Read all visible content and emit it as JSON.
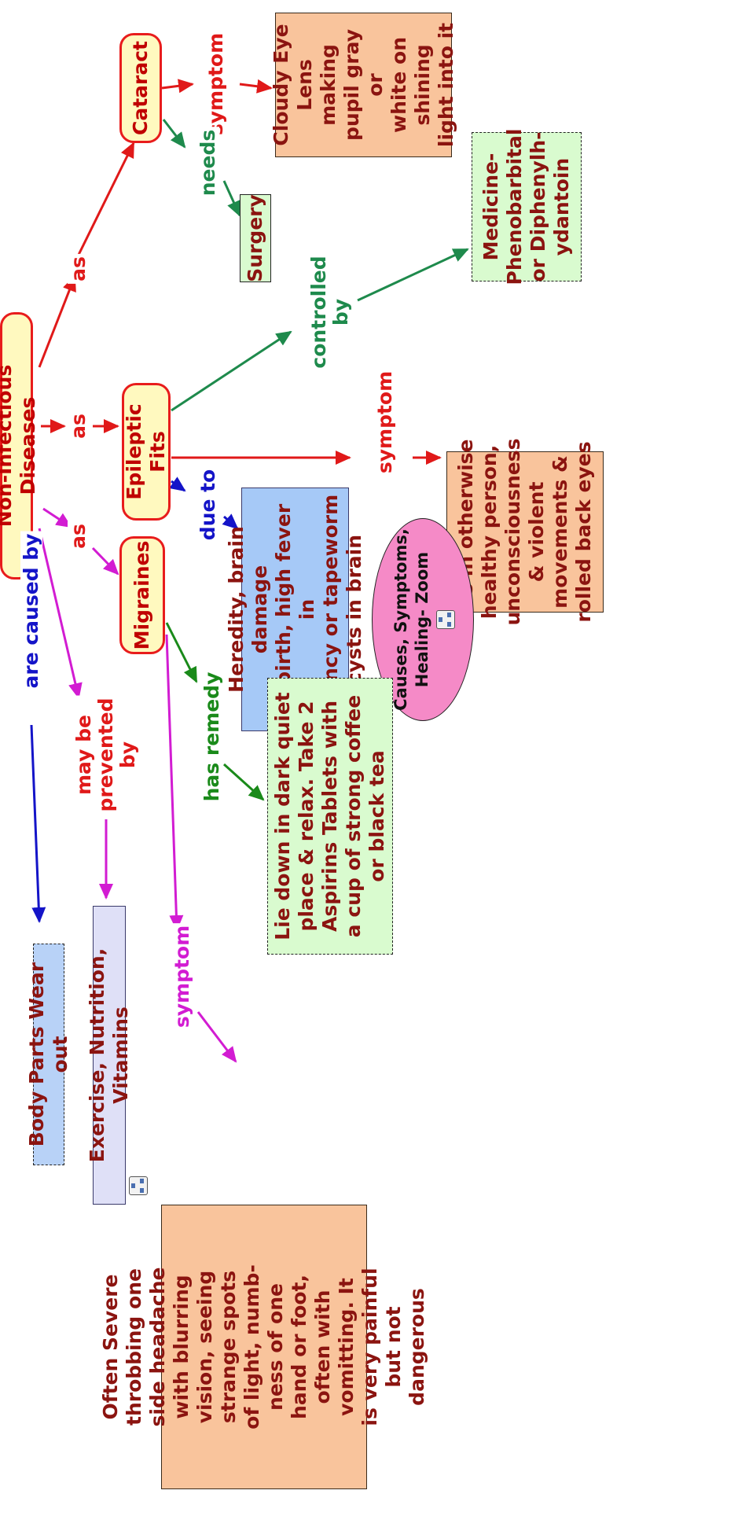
{
  "nodes": {
    "root": "Non-Infectious Diseases",
    "cataract": "Cataract",
    "epileptic": "Epileptic Fits",
    "migraines": "Migraines",
    "cataract_symptom": "Cloudy Eye\nLens making\npupil gray or\nwhite on\nshining\nlight into it",
    "surgery": "Surgery",
    "medicine": "Medicine-\nPhenobarbital\nor Diphenylh-\nydantoin",
    "fits_symptom": "Fits in otherwise\nhealthy person,\nunconsciousness\n& violent\nmovements &\nrolled back eyes",
    "heredity": "Heredity, brain damage\nat birth, high fever in\ninfancy or tapeworm\ncysts in brain",
    "oval": "Causes, Symptoms,\nHealing- Zoom",
    "remedy": "Lie down in dark quiet\nplace & relax. Take 2\nAspirins Tablets with\na cup of strong coffee\nor black tea",
    "migraine_symptom": "Often Severe\nthrobbing one\nside headache\nwith blurring\nvision, seeing\nstrange spots\nof light, numb-\nness of one\nhand or foot,\noften with\nvomitting. It\nis very painful\nbut not\ndangerous",
    "body_parts": "Body Parts Wear out",
    "exercise": "Exercise, Nutrition, Vitamins"
  },
  "links": {
    "as_cataract": "as",
    "as_epileptic": "as",
    "as_migraines": "as",
    "cataract_symptom": "symptom",
    "needs": "needs",
    "controlled_by": "controlled\nby",
    "fits_symptom": "symptom",
    "due_to": "due to",
    "has_remedy": "has remedy",
    "migraine_symptom": "symptom",
    "caused_by": "are caused by",
    "prevented_by": "may be\nprevented\nby"
  },
  "icons": {
    "sitemap": "sitemap-icon"
  },
  "colors": {
    "red": "#e01919",
    "teal": "#1e8a4c",
    "green": "#1a8a1a",
    "blue": "#1414c8",
    "magenta": "#d21cd2",
    "orange_box": "#f9c49c",
    "green_box": "#d9fbcf",
    "blue_box": "#a6c9f7",
    "topic_fill": "#fff9bf"
  }
}
